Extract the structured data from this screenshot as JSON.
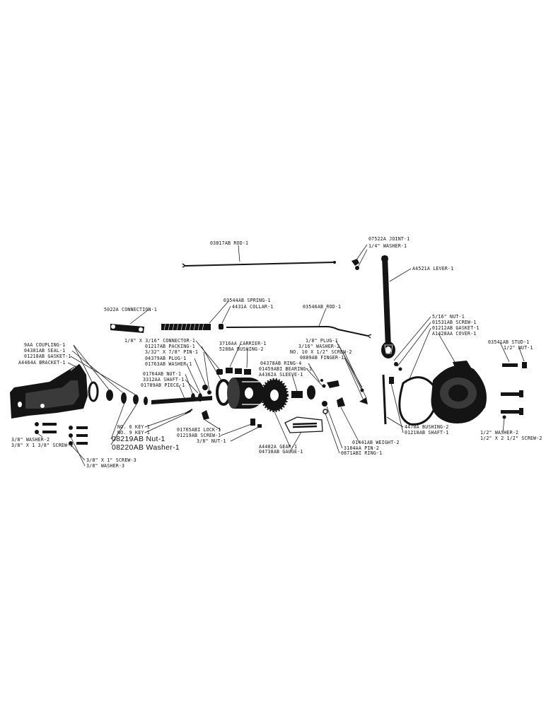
{
  "labels": {
    "rod_03817": "03817AB ROD-1",
    "joint": "07522A JOINT-1",
    "washer_quarter_top": "1/4\" WASHER-1",
    "lever": "A4521A LEVER-1",
    "spring": "03544AB SPRING-1",
    "collar": "4431A COLLAR-1",
    "rod_03546": "03546AB ROD-1",
    "connection": "5022A CONNECTION-1",
    "nut_right_upper": "5/16\" NUT-1",
    "screw_01531": "01531AB SCREW-1",
    "gasket_01212": "01212AB GASKET-1",
    "cover": "A1428AA COVER-1",
    "stud": "03541AB STUD-1",
    "nut_half_right": "1/2\" NUT-1",
    "connector": "1/8\" X 3/16\" CONNECTOR-1",
    "packing": "01217AB PACKING-1",
    "pin_3_32": "3/32\" X 7/8\" PIN-1",
    "plug_04379": "04379AB PLUG-1",
    "washer_01763": "01763AB WASHER-1",
    "carrier": "3716AA CARRIER-1",
    "bushing_5288": "5288A BUSHING-2",
    "plug_eighth": "1/8\" PLUG-1",
    "washer_3_16": "3/16\" WASHER-2",
    "screw_no10": "NO. 10 X 1/2\" SCREW-2",
    "finger": "0889AB FINGER-1",
    "ring_04378": "04378AB RING-4",
    "bearing": "01459ABI BEARING-1",
    "sleeve": "A4362A SLEEVE-1",
    "coupling": "9AA COUPLING-1",
    "seal": "04381AB SEAL-1",
    "gasket_01218": "01218AB GASKET-1",
    "bracket": "A4464A BRACKET-1",
    "nut_01764": "01764AB NUT-1",
    "shaft_3312": "3312AA SHAFT-1",
    "piece": "01789AB PIECE-1",
    "bushing_4470": "4470A BUSHING-2",
    "shaft_01218": "01218AB SHAFT-1",
    "washer_half_right": "1/2\" WASHER-2",
    "screw_half_right": "1/2\" X 2 1/2\" SCREW-2",
    "key_no6": "NO. 6 KEY-1",
    "key_no9": "NO. 9 KEY-1",
    "lock": "01765ABI LOCK-1",
    "screw_01219": "01219AB SCREW-1",
    "nut_3_8": "3/8\" NUT-1",
    "gear": "A4482A GEAR-1",
    "gauge": "04738AB GAUGE-1",
    "weight": "01441AB WEIGHT-2",
    "pin_3184": "3184AA PIN-2",
    "ring_0871": "0871ABI RING-1",
    "nut_08219": "08219AB Nut-1",
    "washer_08220": "08220AB Washer-1",
    "washer_left": "3/8\" WASHER-2",
    "screw_left": "3/8\" X 1 3/8\" SCREW-2",
    "screw_3_8_1": "3/8\" X 1\" SCREW-3",
    "washer_3_8_3": "3/8\" WASHER-3"
  }
}
